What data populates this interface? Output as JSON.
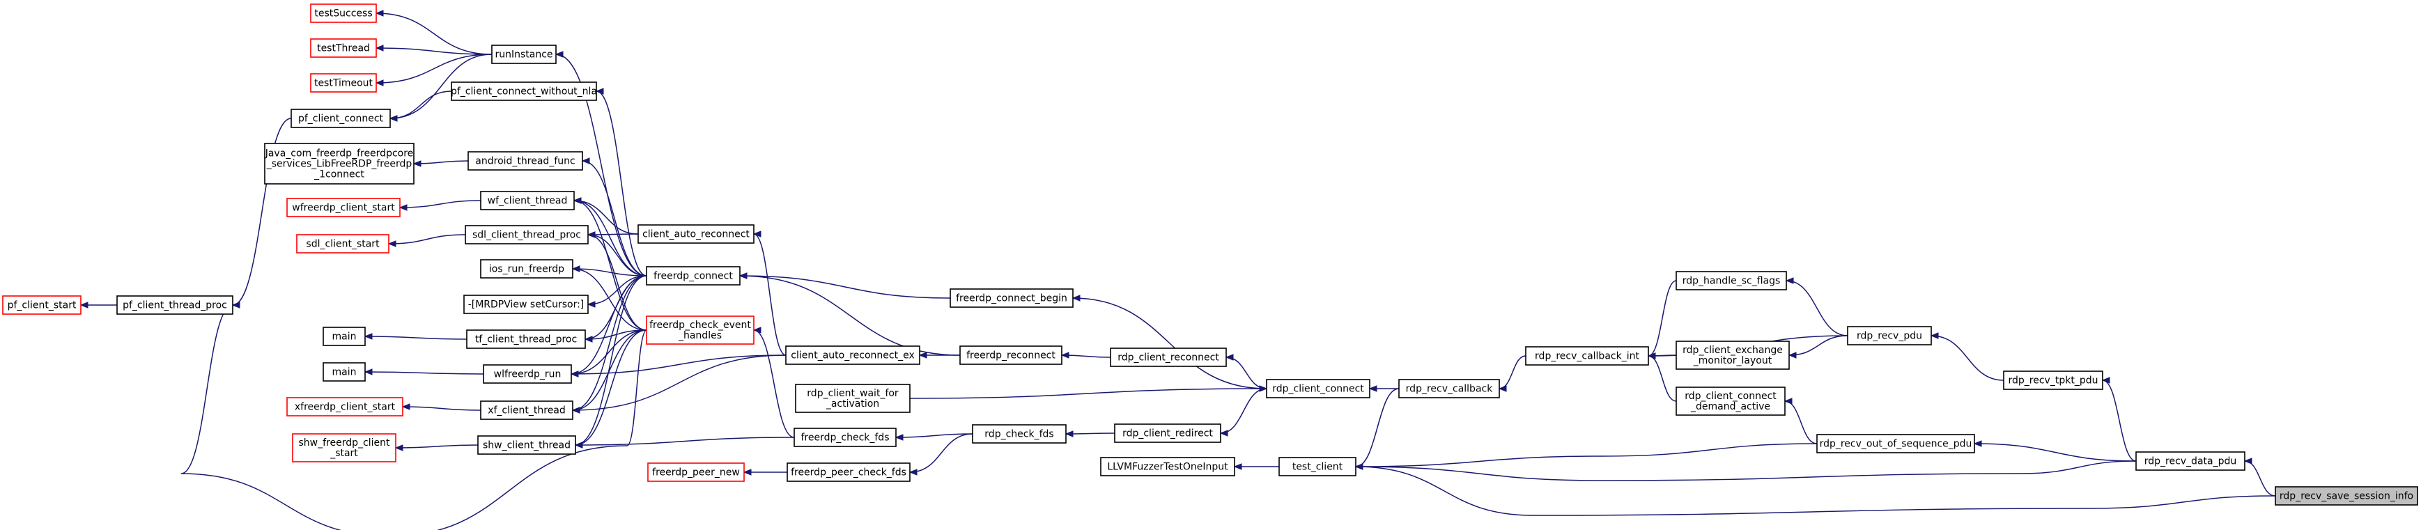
{
  "graph": {
    "edge_color": "#191970",
    "node_border": "#000000",
    "node_border_not_documented": "#ff0000",
    "target_fill": "#bfbfbf",
    "nodes": [
      {
        "id": "testSuccess",
        "lines": [
          "testSuccess"
        ],
        "style": "red"
      },
      {
        "id": "testThread",
        "lines": [
          "testThread"
        ],
        "style": "red"
      },
      {
        "id": "testTimeout",
        "lines": [
          "testTimeout"
        ],
        "style": "red"
      },
      {
        "id": "runInstance",
        "lines": [
          "runInstance"
        ],
        "style": "normal"
      },
      {
        "id": "pf_client_connect",
        "lines": [
          "pf_client_connect"
        ],
        "style": "normal"
      },
      {
        "id": "pf_client_connect_without_nla",
        "lines": [
          "pf_client_connect_without_nla"
        ],
        "style": "normal"
      },
      {
        "id": "java_connect",
        "lines": [
          "Java_com_freerdp_freerdpcore",
          "_services_LibFreeRDP_freerdp",
          "_1connect"
        ],
        "style": "normal"
      },
      {
        "id": "android_thread_func",
        "lines": [
          "android_thread_func"
        ],
        "style": "normal"
      },
      {
        "id": "wfreerdp_client_start",
        "lines": [
          "wfreerdp_client_start"
        ],
        "style": "red"
      },
      {
        "id": "wf_client_thread",
        "lines": [
          "wf_client_thread"
        ],
        "style": "normal"
      },
      {
        "id": "sdl_client_start",
        "lines": [
          "sdl_client_start"
        ],
        "style": "red"
      },
      {
        "id": "sdl_client_thread_proc",
        "lines": [
          "sdl_client_thread_proc"
        ],
        "style": "normal"
      },
      {
        "id": "client_auto_reconnect",
        "lines": [
          "client_auto_reconnect"
        ],
        "style": "normal"
      },
      {
        "id": "ios_run_freerdp",
        "lines": [
          "ios_run_freerdp"
        ],
        "style": "normal"
      },
      {
        "id": "freerdp_connect",
        "lines": [
          "freerdp_connect"
        ],
        "style": "normal"
      },
      {
        "id": "pf_client_start",
        "lines": [
          "pf_client_start"
        ],
        "style": "red"
      },
      {
        "id": "pf_client_thread_proc",
        "lines": [
          "pf_client_thread_proc"
        ],
        "style": "normal"
      },
      {
        "id": "mrdpview",
        "lines": [
          "-[MRDPView setCursor:]"
        ],
        "style": "normal"
      },
      {
        "id": "freerdp_check_event_handles",
        "lines": [
          "freerdp_check_event",
          "_handles"
        ],
        "style": "red"
      },
      {
        "id": "main1",
        "lines": [
          "main"
        ],
        "style": "normal"
      },
      {
        "id": "tf_client_thread_proc",
        "lines": [
          "tf_client_thread_proc"
        ],
        "style": "normal"
      },
      {
        "id": "main2",
        "lines": [
          "main"
        ],
        "style": "normal"
      },
      {
        "id": "wlfreerdp_run",
        "lines": [
          "wlfreerdp_run"
        ],
        "style": "normal"
      },
      {
        "id": "client_auto_reconnect_ex",
        "lines": [
          "client_auto_reconnect_ex"
        ],
        "style": "normal"
      },
      {
        "id": "freerdp_reconnect",
        "lines": [
          "freerdp_reconnect"
        ],
        "style": "normal"
      },
      {
        "id": "xfreerdp_client_start",
        "lines": [
          "xfreerdp_client_start"
        ],
        "style": "red"
      },
      {
        "id": "xf_client_thread",
        "lines": [
          "xf_client_thread"
        ],
        "style": "normal"
      },
      {
        "id": "rdp_client_wait_for_activation",
        "lines": [
          "rdp_client_wait_for",
          "_activation"
        ],
        "style": "normal"
      },
      {
        "id": "shw_freerdp_client_start",
        "lines": [
          "shw_freerdp_client",
          "_start"
        ],
        "style": "red"
      },
      {
        "id": "shw_client_thread",
        "lines": [
          "shw_client_thread"
        ],
        "style": "normal"
      },
      {
        "id": "freerdp_check_fds",
        "lines": [
          "freerdp_check_fds"
        ],
        "style": "normal"
      },
      {
        "id": "freerdp_peer_new",
        "lines": [
          "freerdp_peer_new"
        ],
        "style": "red"
      },
      {
        "id": "freerdp_peer_check_fds",
        "lines": [
          "freerdp_peer_check_fds"
        ],
        "style": "normal"
      },
      {
        "id": "freerdp_connect_begin",
        "lines": [
          "freerdp_connect_begin"
        ],
        "style": "normal"
      },
      {
        "id": "rdp_client_reconnect",
        "lines": [
          "rdp_client_reconnect"
        ],
        "style": "normal"
      },
      {
        "id": "rdp_check_fds",
        "lines": [
          "rdp_check_fds"
        ],
        "style": "normal"
      },
      {
        "id": "rdp_client_redirect",
        "lines": [
          "rdp_client_redirect"
        ],
        "style": "normal"
      },
      {
        "id": "llvm_fuzzer",
        "lines": [
          "LLVMFuzzerTestOneInput"
        ],
        "style": "normal"
      },
      {
        "id": "rdp_client_connect",
        "lines": [
          "rdp_client_connect"
        ],
        "style": "normal"
      },
      {
        "id": "test_client",
        "lines": [
          "test_client"
        ],
        "style": "normal"
      },
      {
        "id": "rdp_recv_callback",
        "lines": [
          "rdp_recv_callback"
        ],
        "style": "normal"
      },
      {
        "id": "rdp_recv_callback_int",
        "lines": [
          "rdp_recv_callback_int"
        ],
        "style": "normal"
      },
      {
        "id": "rdp_handle_sc_flags",
        "lines": [
          "rdp_handle_sc_flags"
        ],
        "style": "normal"
      },
      {
        "id": "rdp_client_exchange_monitor_layout",
        "lines": [
          "rdp_client_exchange",
          "_monitor_layout"
        ],
        "style": "normal"
      },
      {
        "id": "rdp_client_connect_demand_active",
        "lines": [
          "rdp_client_connect",
          "_demand_active"
        ],
        "style": "normal"
      },
      {
        "id": "rdp_recv_pdu",
        "lines": [
          "rdp_recv_pdu"
        ],
        "style": "normal"
      },
      {
        "id": "rdp_recv_out_of_sequence_pdu",
        "lines": [
          "rdp_recv_out_of_sequence_pdu"
        ],
        "style": "normal"
      },
      {
        "id": "rdp_recv_tpkt_pdu",
        "lines": [
          "rdp_recv_tpkt_pdu"
        ],
        "style": "normal"
      },
      {
        "id": "rdp_recv_data_pdu",
        "lines": [
          "rdp_recv_data_pdu"
        ],
        "style": "normal"
      },
      {
        "id": "rdp_recv_save_session_info",
        "lines": [
          "rdp_recv_save_session_info"
        ],
        "style": "target"
      }
    ],
    "edges": [
      [
        "testSuccess",
        "runInstance"
      ],
      [
        "testThread",
        "runInstance"
      ],
      [
        "testTimeout",
        "runInstance"
      ],
      [
        "pf_client_start",
        "pf_client_thread_proc"
      ],
      [
        "pf_client_thread_proc",
        "pf_client_connect"
      ],
      [
        "pf_client_thread_proc",
        "freerdp_check_event_handles"
      ],
      [
        "pf_client_connect",
        "runInstance"
      ],
      [
        "pf_client_connect",
        "pf_client_connect_without_nla"
      ],
      [
        "java_connect",
        "android_thread_func"
      ],
      [
        "wfreerdp_client_start",
        "wf_client_thread"
      ],
      [
        "sdl_client_start",
        "sdl_client_thread_proc"
      ],
      [
        "runInstance",
        "freerdp_connect"
      ],
      [
        "pf_client_connect_without_nla",
        "freerdp_connect"
      ],
      [
        "android_thread_func",
        "freerdp_connect"
      ],
      [
        "wf_client_thread",
        "freerdp_connect"
      ],
      [
        "wf_client_thread",
        "client_auto_reconnect"
      ],
      [
        "sdl_client_thread_proc",
        "client_auto_reconnect"
      ],
      [
        "sdl_client_thread_proc",
        "freerdp_connect"
      ],
      [
        "ios_run_freerdp",
        "freerdp_connect"
      ],
      [
        "mrdpview",
        "freerdp_connect"
      ],
      [
        "tf_client_thread_proc",
        "freerdp_connect"
      ],
      [
        "wlfreerdp_run",
        "freerdp_connect"
      ],
      [
        "xf_client_thread",
        "freerdp_connect"
      ],
      [
        "shw_client_thread",
        "freerdp_connect"
      ],
      [
        "client_auto_reconnect",
        "client_auto_reconnect_ex"
      ],
      [
        "main1",
        "tf_client_thread_proc"
      ],
      [
        "main2",
        "wlfreerdp_run"
      ],
      [
        "xfreerdp_client_start",
        "xf_client_thread"
      ],
      [
        "shw_freerdp_client_start",
        "shw_client_thread"
      ],
      [
        "ios_run_freerdp",
        "freerdp_check_event_handles"
      ],
      [
        "tf_client_thread_proc",
        "freerdp_check_event_handles"
      ],
      [
        "wlfreerdp_run",
        "freerdp_check_event_handles"
      ],
      [
        "xf_client_thread",
        "freerdp_check_event_handles"
      ],
      [
        "shw_client_thread",
        "freerdp_check_event_handles"
      ],
      [
        "wf_client_thread",
        "freerdp_check_event_handles"
      ],
      [
        "sdl_client_thread_proc",
        "freerdp_check_event_handles"
      ],
      [
        "wlfreerdp_run",
        "client_auto_reconnect_ex"
      ],
      [
        "xf_client_thread",
        "client_auto_reconnect_ex"
      ],
      [
        "freerdp_check_event_handles",
        "freerdp_check_fds"
      ],
      [
        "shw_client_thread",
        "freerdp_check_fds"
      ],
      [
        "client_auto_reconnect_ex",
        "freerdp_reconnect"
      ],
      [
        "freerdp_connect",
        "freerdp_connect_begin"
      ],
      [
        "freerdp_connect",
        "freerdp_reconnect"
      ],
      [
        "freerdp_reconnect",
        "rdp_client_reconnect"
      ],
      [
        "freerdp_check_fds",
        "rdp_check_fds"
      ],
      [
        "freerdp_peer_new",
        "freerdp_peer_check_fds"
      ],
      [
        "freerdp_peer_check_fds",
        "rdp_check_fds"
      ],
      [
        "rdp_check_fds",
        "rdp_client_redirect"
      ],
      [
        "freerdp_connect_begin",
        "rdp_client_connect"
      ],
      [
        "rdp_client_reconnect",
        "rdp_client_connect"
      ],
      [
        "rdp_client_redirect",
        "rdp_client_connect"
      ],
      [
        "rdp_client_connect",
        "rdp_client_wait_for_activation"
      ],
      [
        "rdp_client_connect",
        "rdp_recv_callback"
      ],
      [
        "llvm_fuzzer",
        "test_client"
      ],
      [
        "test_client",
        "rdp_recv_callback"
      ],
      [
        "test_client",
        "rdp_recv_out_of_sequence_pdu"
      ],
      [
        "test_client",
        "rdp_recv_data_pdu"
      ],
      [
        "test_client",
        "rdp_recv_save_session_info"
      ],
      [
        "rdp_recv_callback",
        "rdp_recv_callback_int"
      ],
      [
        "rdp_recv_callback_int",
        "rdp_handle_sc_flags"
      ],
      [
        "rdp_recv_callback_int",
        "rdp_client_exchange_monitor_layout"
      ],
      [
        "rdp_recv_callback_int",
        "rdp_client_connect_demand_active"
      ],
      [
        "rdp_recv_callback_int",
        "rdp_recv_pdu"
      ],
      [
        "rdp_handle_sc_flags",
        "rdp_recv_pdu"
      ],
      [
        "rdp_client_exchange_monitor_layout",
        "rdp_recv_pdu"
      ],
      [
        "rdp_client_connect_demand_active",
        "rdp_recv_out_of_sequence_pdu"
      ],
      [
        "rdp_recv_pdu",
        "rdp_recv_tpkt_pdu"
      ],
      [
        "rdp_recv_out_of_sequence_pdu",
        "rdp_recv_data_pdu"
      ],
      [
        "rdp_recv_tpkt_pdu",
        "rdp_recv_data_pdu"
      ],
      [
        "rdp_recv_data_pdu",
        "rdp_recv_save_session_info"
      ]
    ]
  }
}
